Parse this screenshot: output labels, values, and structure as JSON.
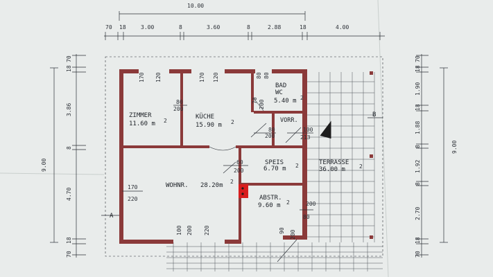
{
  "top_dimensions": {
    "overall": "10.00",
    "segments": [
      "70",
      "18",
      "3.00",
      "8",
      "3.60",
      "8",
      "2.88",
      "18",
      "4.00"
    ]
  },
  "left_dimensions": {
    "overall": "9.00",
    "segments": [
      "70",
      "18",
      "3.86",
      "8",
      "4.70",
      "18",
      "70"
    ]
  },
  "right_dimensions": {
    "overall": "9.00",
    "segments": [
      "70",
      "18",
      "1.90",
      "18",
      "1.88",
      "8",
      "1.92",
      "8",
      "2.70",
      "18",
      "70"
    ]
  },
  "rooms": {
    "zimmer": {
      "name": "ZIMMER",
      "area": "11.60 m",
      "exp": "2"
    },
    "kueche": {
      "name": "KÜCHE",
      "area": "15.90 m",
      "exp": "2"
    },
    "bad": {
      "name": "BAD",
      "name2": "WC",
      "area": "5.40 m",
      "exp": "2"
    },
    "vorr": {
      "name": "VORR."
    },
    "speis": {
      "name": "SPEIS",
      "area": "6.70 m",
      "exp": "2"
    },
    "wohnr": {
      "name": "WOHNR.",
      "area": "28.20m",
      "exp": "2"
    },
    "abstr": {
      "name": "ABSTR.",
      "area": "9.60 m",
      "exp": "2"
    },
    "terrasse": {
      "name": "TERRASSE",
      "area": "36.00 m",
      "exp": "2"
    }
  },
  "openings": {
    "zimmer_window": {
      "w": "170",
      "h": "120"
    },
    "kueche_window": {
      "w": "170",
      "h": "120"
    },
    "bad_window": {
      "w": "80",
      "h": "80"
    },
    "zimmer_door": {
      "w": "80",
      "h": "200"
    },
    "bad_door": {
      "w": "70",
      "h": "200"
    },
    "vorr_door": {
      "w": "80",
      "h": "200"
    },
    "entry_door": {
      "w": "100",
      "h": "213"
    },
    "speis_door": {
      "w": "60",
      "h": "200"
    },
    "wohnr_window_left": {
      "w": "170",
      "h": "220"
    },
    "wohnr_window_bottom_a": {
      "w": "100",
      "h": "200"
    },
    "wohnr_window_bottom_b": {
      "w": "220",
      "h": ""
    },
    "abstr_window_right": {
      "w": "200",
      "h": "80"
    },
    "abstr_door_bottom": {
      "w": "90",
      "h": "200"
    }
  },
  "markers": {
    "section_a": "A",
    "section_b": "B"
  },
  "colors": {
    "wall": "#8b3a3a",
    "chimney": "#d81e1e",
    "ink": "#2b2f36",
    "paper": "#e9eceb"
  }
}
